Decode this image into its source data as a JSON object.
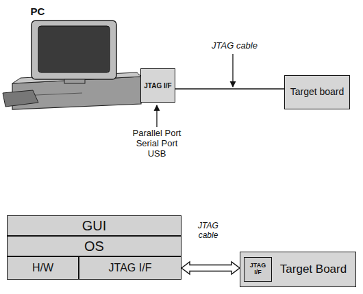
{
  "diagram": {
    "nodes": [
      {
        "text": [
          "JTAG I/F"
        ]
      },
      {
        "text": [
          "Target board"
        ]
      },
      {
        "text": [
          "GUI"
        ]
      },
      {
        "text": [
          "OS"
        ]
      },
      {
        "text": [
          "H/W"
        ]
      },
      {
        "text": [
          "JTAG I/F"
        ]
      },
      {
        "text": [
          "Target Board"
        ]
      },
      {
        "text": [
          "JTAG I/F"
        ],
        "in": 6
      }
    ],
    "edges": [
      {
        "from": 0,
        "to": 1,
        "arrow": "none"
      },
      {
        "from": 5,
        "to": 6,
        "arrow": "both"
      }
    ],
    "labels": [
      "PC",
      "JTAG cable",
      "Parallel Port",
      "Serial Port",
      "USB",
      "JTAG cable"
    ]
  }
}
